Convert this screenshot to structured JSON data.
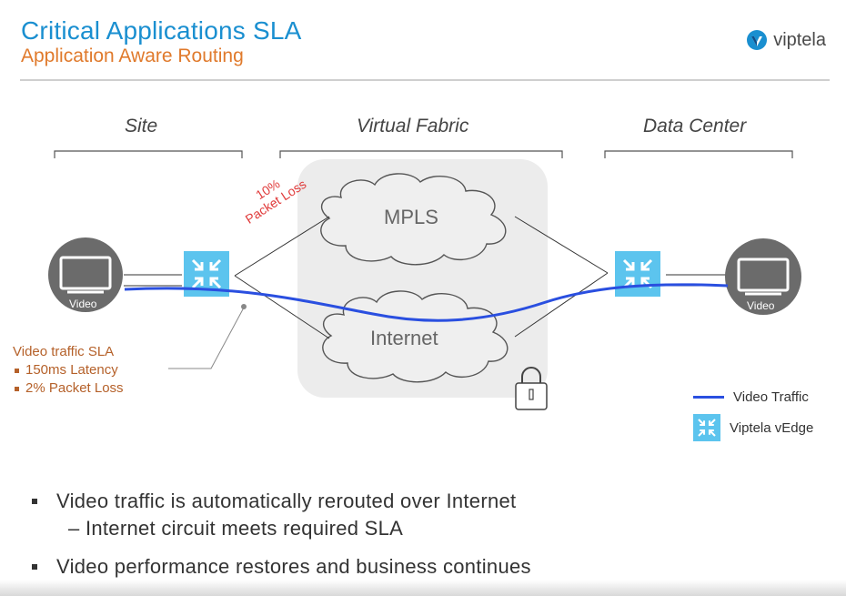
{
  "header": {
    "title": "Critical Applications SLA",
    "subtitle": "Application Aware Routing",
    "logo_text": "viptela"
  },
  "sections": {
    "site": "Site",
    "fabric": "Virtual Fabric",
    "datacenter": "Data Center"
  },
  "clouds": {
    "mpls": "MPLS",
    "internet": "Internet"
  },
  "annotations": {
    "loss_line1": "10%",
    "loss_line2": "Packet Loss"
  },
  "devices": {
    "left_label": "Video",
    "right_label": "Video"
  },
  "sla": {
    "heading": "Video traffic SLA",
    "items": [
      "150ms Latency",
      "2% Packet Loss"
    ]
  },
  "legend": {
    "video_traffic": "Video Traffic",
    "vedge": "Viptela vEdge"
  },
  "bullets": {
    "b1": "Video traffic is automatically rerouted over Internet",
    "b1_sub": "–  Internet circuit meets required SLA",
    "b2": "Video performance restores and business continues"
  },
  "colors": {
    "title": "#1a8fd0",
    "subtitle": "#e07a2c",
    "traffic": "#2a4fe0",
    "vedge": "#5cc4ee",
    "loss": "#e03a3a"
  }
}
